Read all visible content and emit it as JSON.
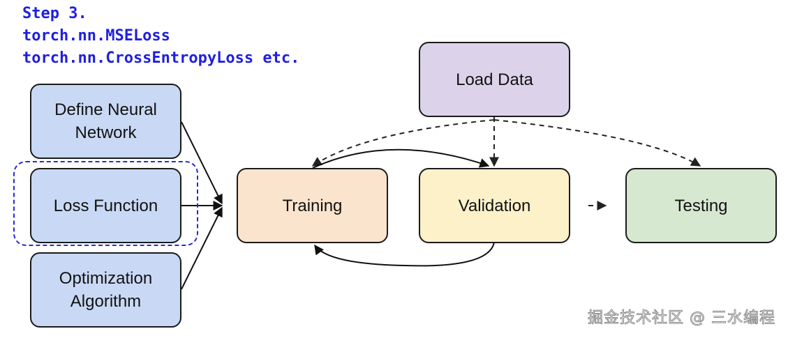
{
  "step_note": {
    "line1": "Step 3.",
    "line2": "torch.nn.MSELoss",
    "line3": "torch.nn.CrossEntropyLoss etc."
  },
  "nodes": {
    "define_network": {
      "line1": "Define Neural",
      "line2": "Network"
    },
    "loss_function": {
      "label": "Loss Function"
    },
    "optimization": {
      "line1": "Optimization",
      "line2": "Algorithm"
    },
    "load_data": {
      "label": "Load Data"
    },
    "training": {
      "label": "Training"
    },
    "validation": {
      "label": "Validation"
    },
    "testing": {
      "label": "Testing"
    }
  },
  "watermark": "掘金技术社区 @ 三水编程",
  "colors": {
    "note_text": "#1f1fe0",
    "highlight_border": "#2828d8",
    "blue_box": "#c9d9f5",
    "purple_box": "#dcd3ea",
    "orange_box": "#fbe4cd",
    "yellow_box": "#fdf1ca",
    "green_box": "#d7e8d1"
  }
}
